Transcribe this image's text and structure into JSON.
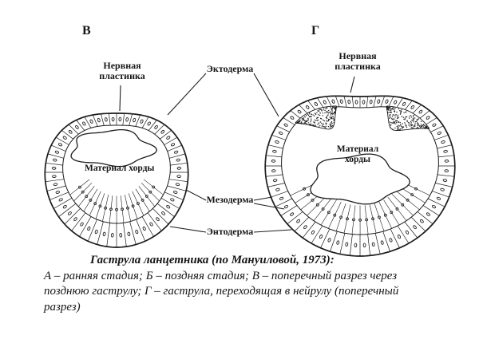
{
  "figure": {
    "panels": [
      {
        "letter": "В"
      },
      {
        "letter": "Г"
      }
    ],
    "labels": {
      "neural_plate_left": "Нервная пластинка",
      "ectoderm": "Эктодерма",
      "neural_plate_right": "Нервная пластинка",
      "chord_material_left": "Материал хорды",
      "chord_material_right": "Материал хорды",
      "mesoderm": "Мезодерма",
      "endoderm": "Энтодерма"
    },
    "caption": {
      "title": "Гаструла ланцетника (по Мануиловой, 1973):",
      "lines": [
        "А – ранняя стадия; Б – поздняя стадия; В – поперечный разрез через",
        "позднюю гаструлу; Г – гаструла, переходящая в нейрулу (поперечный",
        "разрез)"
      ]
    }
  },
  "colors": {
    "ink": "#1c1c1c",
    "paper": "#ffffff"
  }
}
